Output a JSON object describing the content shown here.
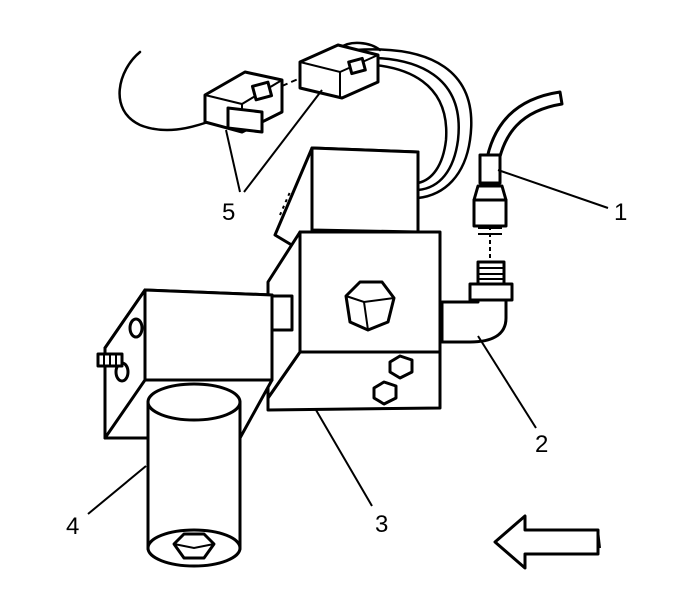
{
  "callouts": [
    {
      "id": "1",
      "text": "1"
    },
    {
      "id": "2",
      "text": "2"
    },
    {
      "id": "3",
      "text": "3"
    },
    {
      "id": "4",
      "text": "4"
    },
    {
      "id": "5",
      "text": "5"
    }
  ],
  "arrow": {
    "direction": "left",
    "icon": "outline-arrow-left-icon"
  },
  "colors": {
    "ink": "#000000",
    "paper": "#ffffff"
  }
}
